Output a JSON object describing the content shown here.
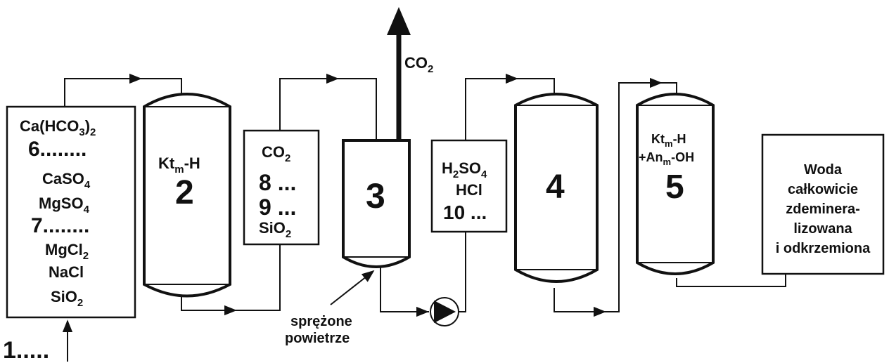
{
  "feed": {
    "lines": [
      "Ca(HCO",
      "3",
      ")",
      "2"
    ],
    "blank6": "6........",
    "caso4": [
      "CaSO",
      "4"
    ],
    "mgso4": [
      "MgSO",
      "4"
    ],
    "blank7": "7........",
    "mgcl2": [
      "MgCl",
      "2"
    ],
    "nacl": "NaCl",
    "sio2": [
      "SiO",
      "2"
    ],
    "blank1": "1....."
  },
  "column2": {
    "label": "Kt",
    "sub": "m",
    "suffix": "-H",
    "number": "2"
  },
  "after2": {
    "co2": [
      "CO",
      "2"
    ],
    "blank8": "8 ...",
    "blank9": "9 ...",
    "sio2": [
      "SiO",
      "2"
    ]
  },
  "degasser": {
    "number": "3",
    "gas": [
      "CO",
      "2"
    ],
    "air_line1": "sprężone",
    "air_line2": "powietrze"
  },
  "regen": {
    "h2so4": [
      "H",
      "2",
      "SO",
      "4"
    ],
    "hcl": "HCl",
    "blank10": "10 ..."
  },
  "column4": {
    "number": "4"
  },
  "column5": {
    "line1": [
      "Kt",
      "m",
      "-H"
    ],
    "line2": [
      "+An",
      "m",
      "-OH"
    ],
    "number": "5"
  },
  "product": {
    "lines": [
      "Woda",
      "całkowicie",
      "zdeminera-",
      "lizowana",
      "i odkrzemiona"
    ]
  }
}
